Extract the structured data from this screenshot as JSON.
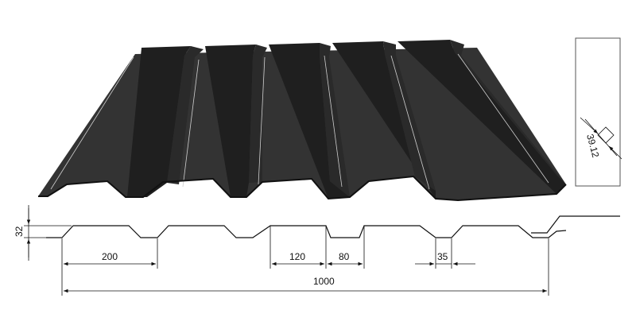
{
  "diagram": {
    "colors": {
      "sheet_face": "#333333",
      "sheet_rib": "#1f1f1f",
      "sheet_rib_side": "#2a2a2a",
      "edge": "#cfcfcf",
      "line": "#111111"
    },
    "profile_dimensions": {
      "height": "32",
      "pitch": "200",
      "top_flat": "120",
      "valley": "80",
      "valley_bottom": "35",
      "cover_width": "1000"
    },
    "inset_detail": {
      "dimension": "39.12"
    }
  }
}
